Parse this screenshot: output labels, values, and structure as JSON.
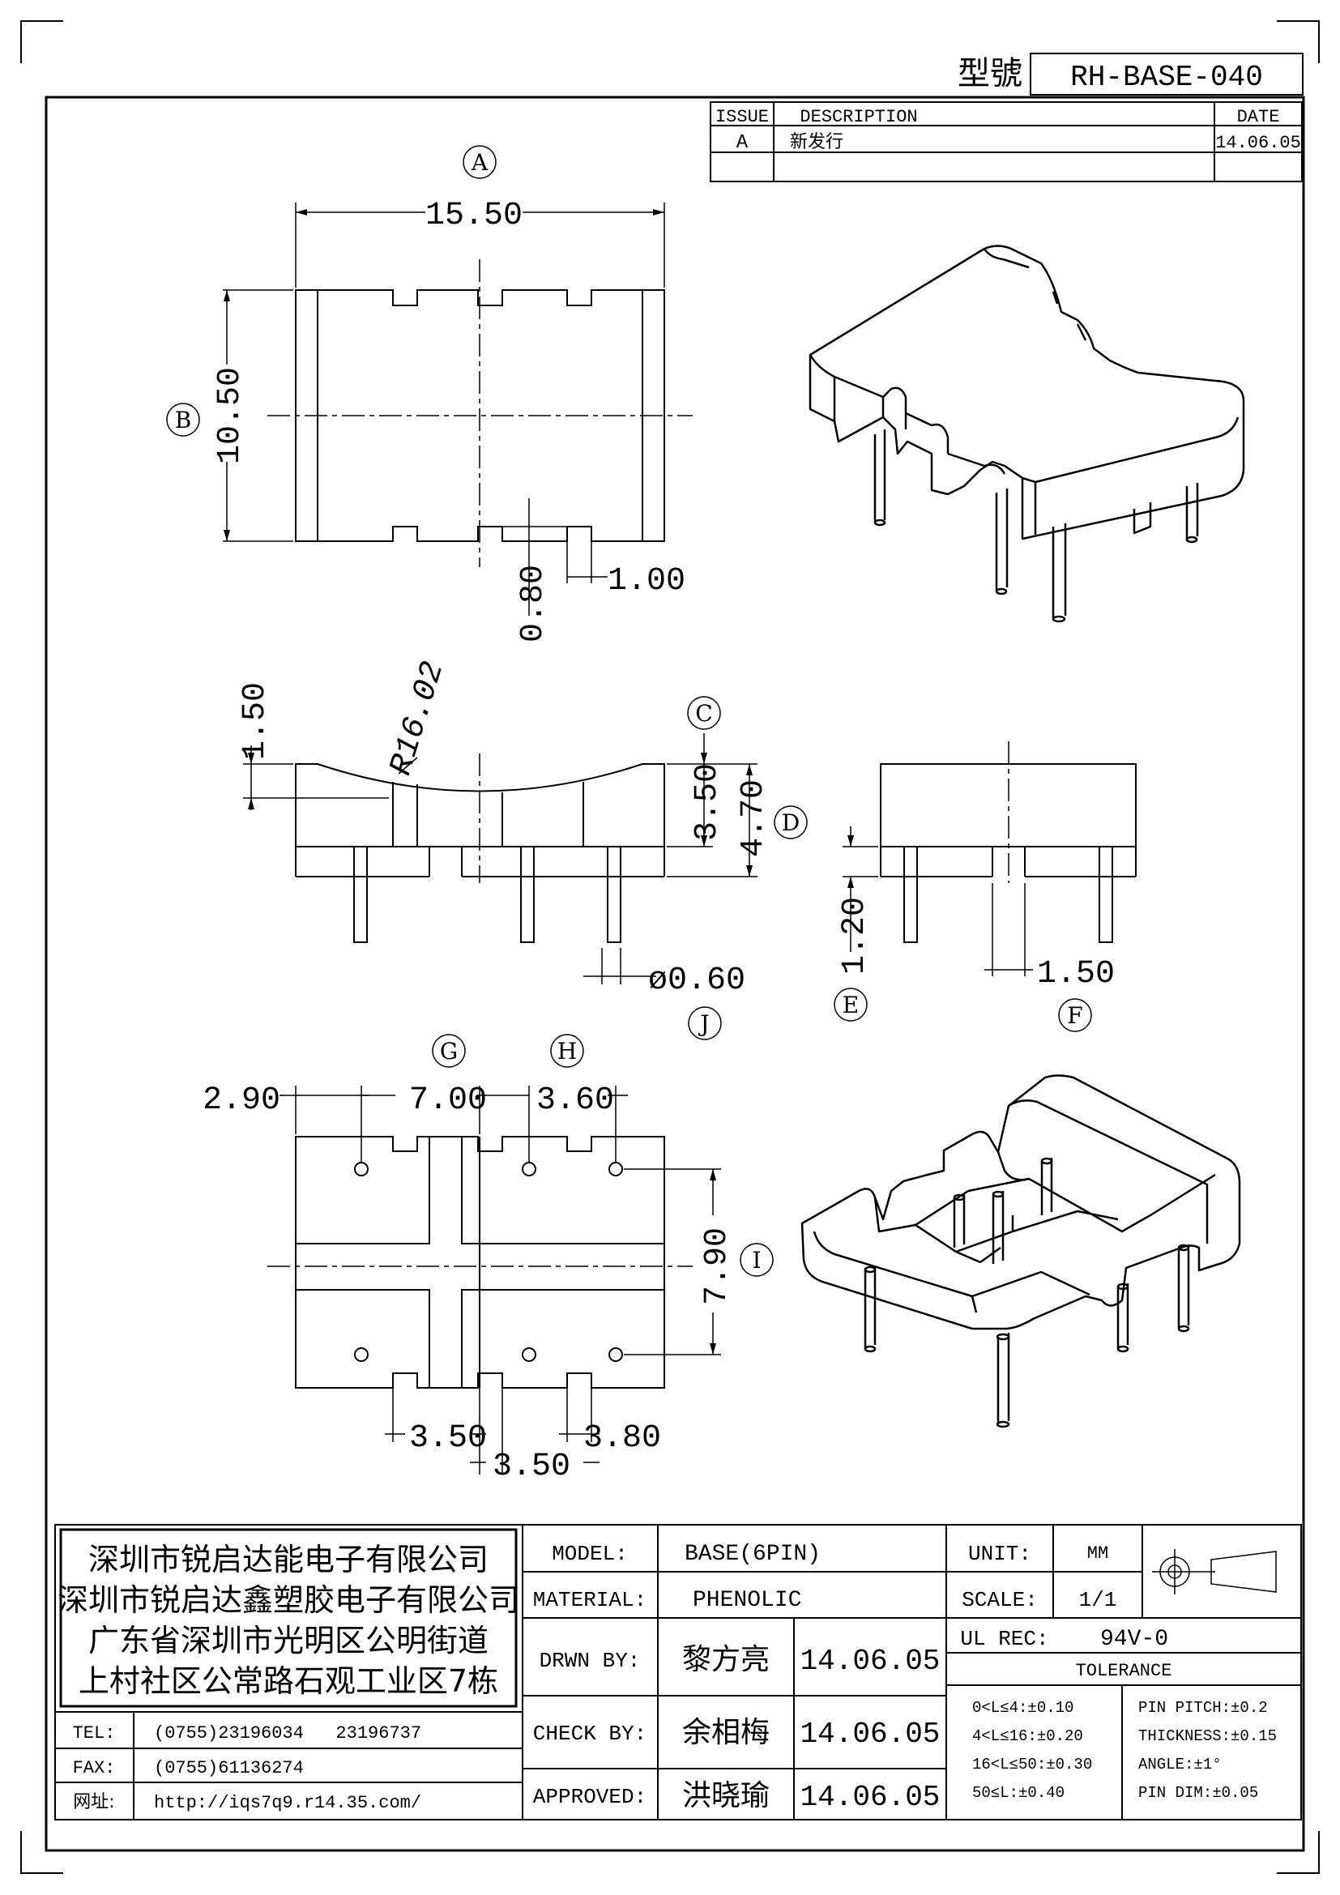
{
  "model_no": {
    "label": "型號",
    "value": "RH-BASE-040"
  },
  "revision": {
    "headers": {
      "issue": "ISSUE",
      "description": "DESCRIPTION",
      "date": "DATE"
    },
    "rows": [
      {
        "issue": "A",
        "description": "新发行",
        "date": "14.06.05"
      }
    ]
  },
  "callouts": {
    "A": "A",
    "B": "B",
    "C": "C",
    "D": "D",
    "E": "E",
    "F": "F",
    "G": "G",
    "H": "H",
    "I": "I",
    "J": "J"
  },
  "dims": {
    "width": "15.50",
    "depth": "10.50",
    "slot_depth": "0.80",
    "slot_width": "1.00",
    "top_offset": "1.50",
    "radius": "R16.02",
    "height_c": "3.50",
    "height_d": "4.70",
    "pin_dia": "ø0.60",
    "pin_stand": "1.20",
    "pin_offset": "1.50",
    "g_left": "2.90",
    "g_span": "7.00",
    "h_span": "3.60",
    "pin_row": "7.90",
    "b_left": "3.50",
    "b_mid": "3.50",
    "b_right": "3.80"
  },
  "company": {
    "lines": [
      "深圳市锐启达能电子有限公司",
      "深圳市锐启达鑫塑胶电子有限公司",
      "广东省深圳市光明区公明街道",
      "上村社区公常路石观工业区7栋"
    ],
    "tel_label": "TEL:",
    "tel": "(0755)23196034   23196737",
    "fax_label": "FAX:",
    "fax": "(0755)61136274",
    "web_label": "网址:",
    "web": "http://iqs7q9.r14.35.com/"
  },
  "titleblock": {
    "model_label": "MODEL:",
    "model": "BASE(6PIN)",
    "material_label": "MATERIAL:",
    "material": "PHENOLIC",
    "drwn_label": "DRWN BY:",
    "drwn_name": "黎方亮",
    "drwn_date": "14.06.05",
    "check_label": "CHECK BY:",
    "check_name": "余相梅",
    "check_date": "14.06.05",
    "approved_label": "APPROVED:",
    "approved_name": "洪晓瑜",
    "approved_date": "14.06.05",
    "unit_label": "UNIT:",
    "unit": "MM",
    "scale_label": "SCALE:",
    "scale": "1/1",
    "ul_label": "UL REC:",
    "ul": "94V-0",
    "tolerance_label": "TOLERANCE",
    "tol_left": [
      "0<L≤4:±0.10",
      "4<L≤16:±0.20",
      "16<L≤50:±0.30",
      "50≤L:±0.40"
    ],
    "tol_right": [
      "PIN PITCH:±0.2",
      "THICKNESS:±0.15",
      "ANGLE:±1°",
      "PIN DIM:±0.05"
    ]
  }
}
